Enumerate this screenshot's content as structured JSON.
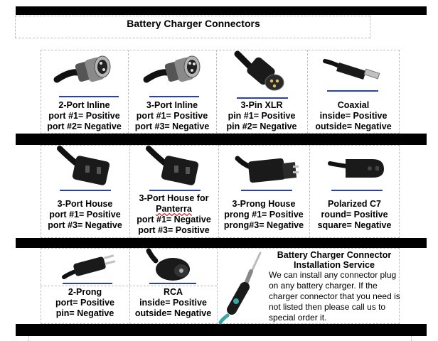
{
  "title": "Battery Charger Connectors",
  "row1": [
    {
      "name": "2-Port Inline",
      "l1": "port #1= Positive",
      "l2": "port #2= Negative",
      "icon": "2-port-inline-connector-icon"
    },
    {
      "name": "3-Port Inline",
      "l1": "port #1= Positive",
      "l2": "port #3= Negative",
      "icon": "3-port-inline-connector-icon"
    },
    {
      "name": "3-Pin XLR",
      "l1": "pin #1= Positive",
      "l2": "pin #2= Negative",
      "icon": "xlr-connector-icon"
    },
    {
      "name": "Coaxial",
      "l1": "inside= Positive",
      "l2": "outside= Negative",
      "icon": "coaxial-connector-icon"
    }
  ],
  "row2": [
    {
      "name": "3-Port House",
      "l1": "port #1= Positive",
      "l2": "port #3= Negative",
      "icon": "3-port-house-connector-icon"
    },
    {
      "name": "3-Port House for",
      "name2": "Panterra",
      "l1": "port #1= Negative",
      "l2": "port #3= Positive",
      "icon": "panterra-connector-icon"
    },
    {
      "name": "3-Prong House",
      "l1": "prong #1= Positive",
      "l2": "prong#3= Negative",
      "icon": "3-prong-house-connector-icon"
    },
    {
      "name": "Polarized C7",
      "l1": "round= Positive",
      "l2": "square=  Negative",
      "icon": "c7-connector-icon"
    }
  ],
  "row3": [
    {
      "name": "2-Prong",
      "l1": "port=  Positive",
      "l2": "pin= Negative",
      "icon": "2-prong-connector-icon"
    },
    {
      "name": "RCA",
      "l1": "inside= Positive",
      "l2": "outside= Negative",
      "icon": "rca-connector-icon"
    }
  ],
  "service": {
    "title1": "Battery Charger Connector",
    "title2": "Installation Service",
    "body": "We can install any connector plug on any battery charger. If the charger connector that you need is not listed then please call us to special order it.",
    "icon": "soldering-iron-icon"
  }
}
